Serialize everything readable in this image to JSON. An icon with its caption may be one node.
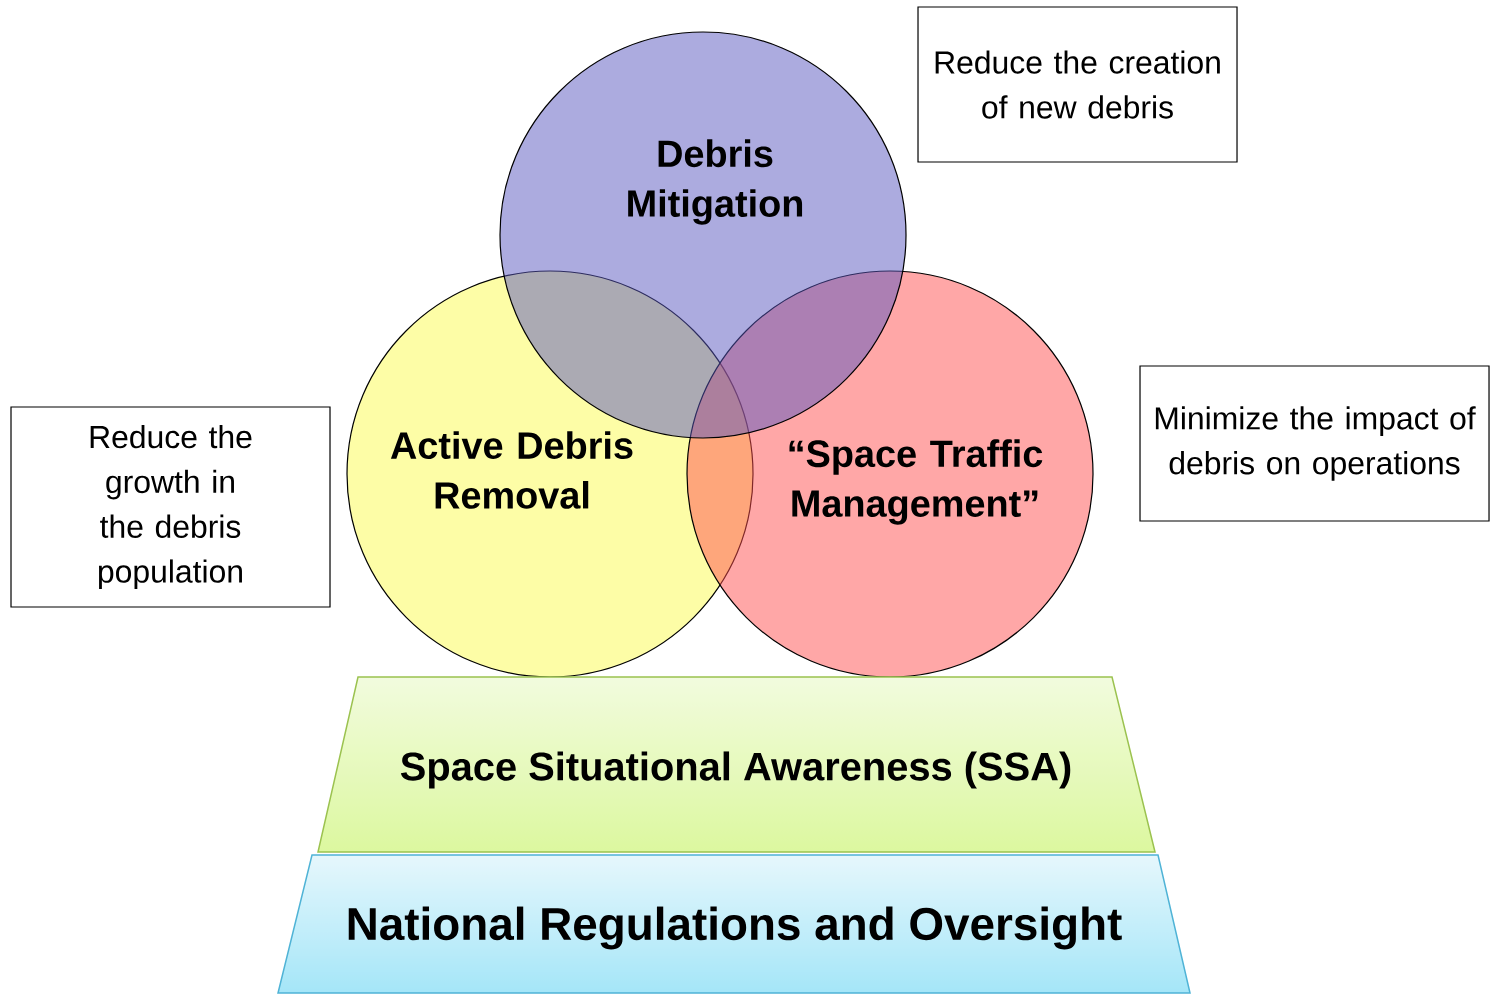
{
  "diagram": {
    "nodes": [
      {
        "text": [
          "Debris Mitigation"
        ]
      },
      {
        "text": [
          "Reduce the creation of new debris"
        ]
      },
      {
        "text": [
          "Active Debris Removal"
        ]
      },
      {
        "text": [
          "“Space Traffic Management”"
        ]
      },
      {
        "text": [
          "Reduce the growth in the debris population"
        ]
      },
      {
        "text": [
          "Minimize the impact of debris on operations"
        ]
      },
      {
        "text": [
          "Space Situational Awareness (SSA)"
        ]
      },
      {
        "text": [
          "National Regulations and Oversight"
        ]
      }
    ]
  }
}
